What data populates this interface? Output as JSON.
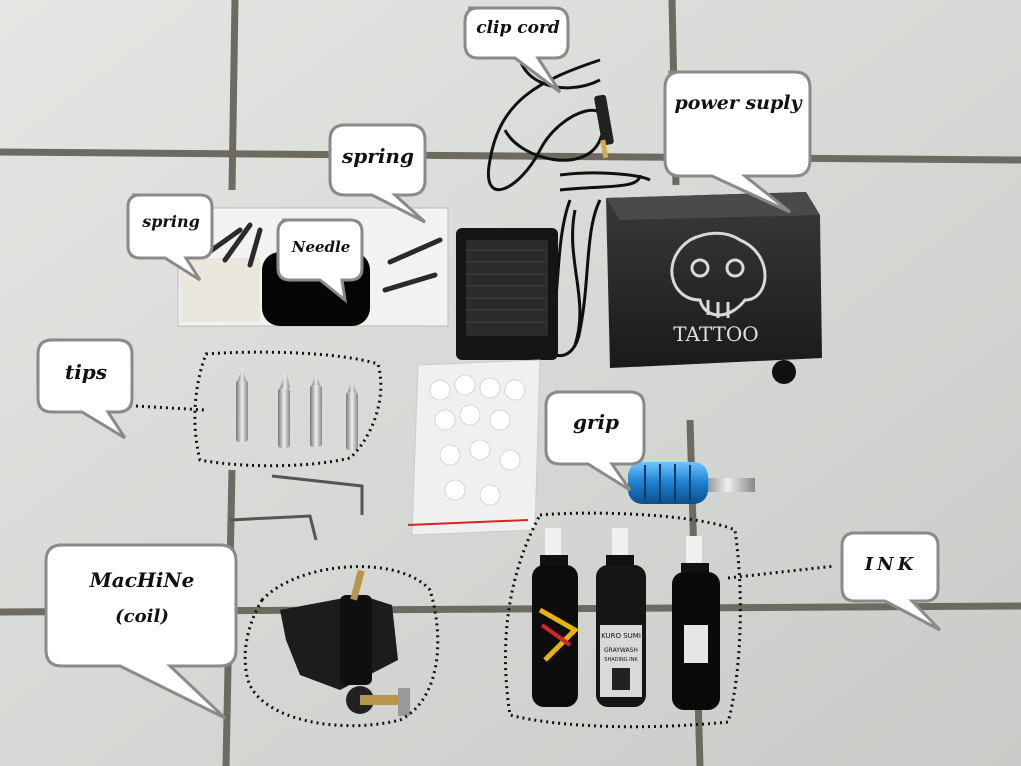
{
  "callouts": {
    "clip_cord": "clip cord",
    "power_supply": "power suply",
    "spring_1": "spring",
    "spring_2": "spring",
    "needle": "Needle",
    "tips": "tips",
    "grip": "grip",
    "machine_line1": "MacHiNe",
    "machine_line2": "(coil)",
    "ink": "INK"
  },
  "product_text": {
    "power_supply_brand": "TATTOO",
    "ink_bottle_2_line1": "KURO SUMI",
    "ink_bottle_2_line2": "GRAYWASH",
    "ink_bottle_2_line3": "SHADING INK"
  }
}
